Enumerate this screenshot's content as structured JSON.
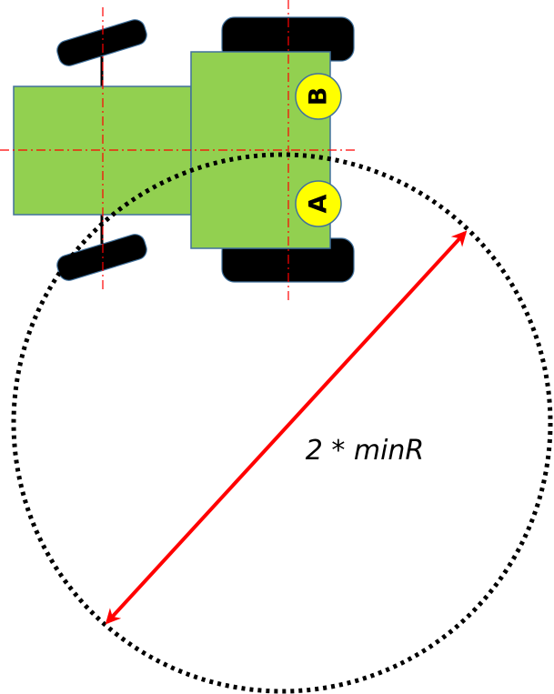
{
  "labels": {
    "marker_b": "B",
    "marker_a": "A",
    "diameter": "2 * minR"
  },
  "colors": {
    "body_fill": "#92d050",
    "body_stroke": "#41719c",
    "wheel_fill": "#000000",
    "marker_fill": "#ffff00",
    "centerline": "#ff0000",
    "arrow": "#ff0000",
    "circle": "#000000"
  }
}
